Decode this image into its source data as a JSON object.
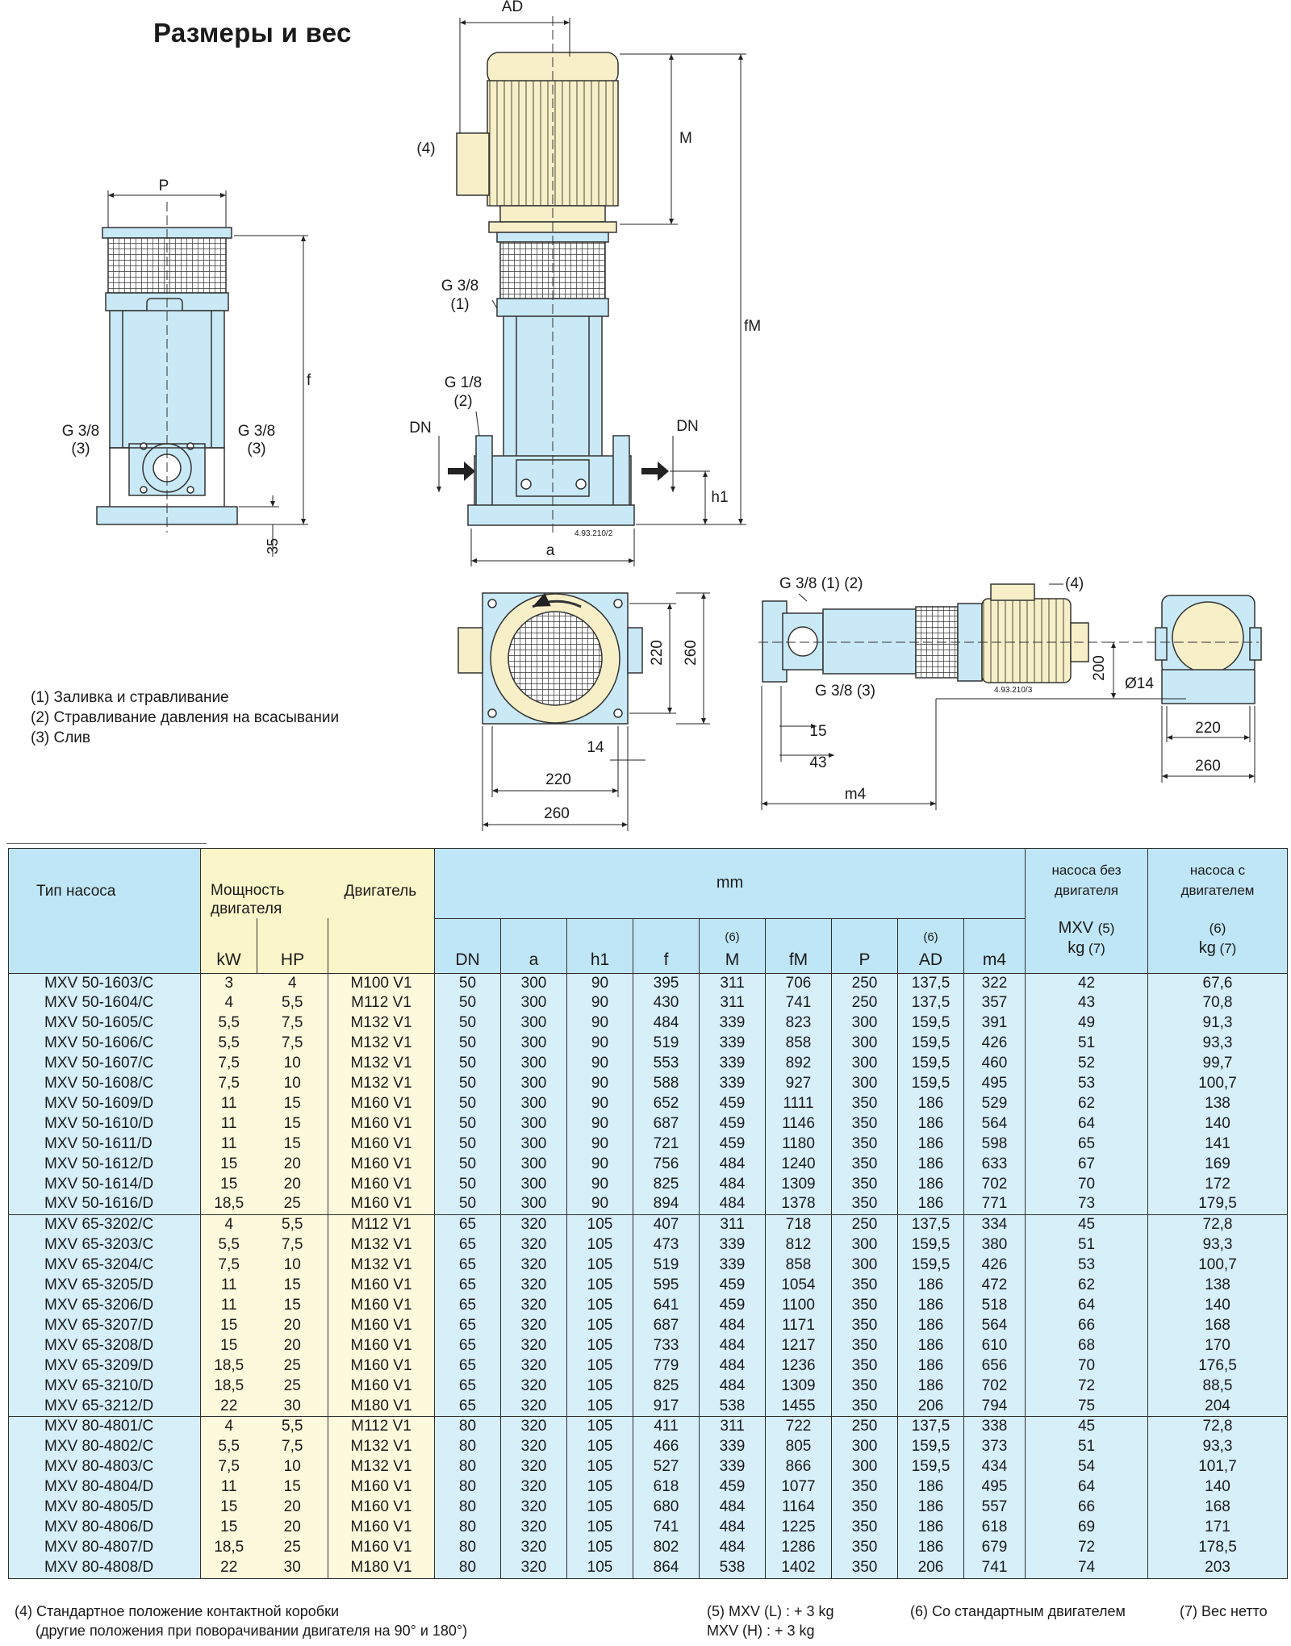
{
  "title": "Размеры и вес",
  "drawing_labels": {
    "P": "P",
    "f": "f",
    "g38_left": "G 3/8",
    "n3_left": "(3)",
    "g38_right": "G 3/8",
    "n3_right": "(3)",
    "dim35": "35",
    "AD": "AD",
    "n4_top": "(4)",
    "M": "M",
    "fM": "fM",
    "g38_mid": "G 3/8",
    "n1_mid": "(1)",
    "g18": "G 1/8",
    "n2": "(2)",
    "DN_left": "DN",
    "DN_right": "DN",
    "h1": "h1",
    "a": "a",
    "code1": "4.93.210/2",
    "d220_v": "220",
    "d260_v": "260",
    "d14": "14",
    "d220_h": "220",
    "d260_h": "260",
    "g38_12": "G 3/8 (1) (2)",
    "n4_side": "(4)",
    "g38_3": "G 3/8 (3)",
    "code2": "4.93.210/3",
    "d200": "200",
    "phi14": "Ø14",
    "d15": "15",
    "d43": "43",
    "m4": "m4",
    "d220_r": "220",
    "d260_r": "260"
  },
  "legend": [
    "(1) Заливка и стравливание",
    "(2) Стравливание давления на всасывании",
    "(3) Слив"
  ],
  "table": {
    "h_type": "Тип насоса",
    "h_power": "Мощность двигателя",
    "h_engine": "Двигатель",
    "h_mm": "mm",
    "h_without": "насоса без двигателя",
    "h_with": "насоса с двигателем",
    "h_kw": "kW",
    "h_hp": "HP",
    "h_dn": "DN",
    "h_a": "a",
    "h_h1": "h1",
    "h_f": "f",
    "h_m_note": "(6)",
    "h_m": "M",
    "h_fm": "fM",
    "h_p": "P",
    "h_ad_note": "(6)",
    "h_ad": "AD",
    "h_m4": "m4",
    "h_mxv": "MXV",
    "h_mxv_note": "(5)",
    "h_kg1": "kg",
    "h_kg1_note": "(7)",
    "h_with_note": "(6)",
    "h_kg2": "kg",
    "h_kg2_note": "(7)",
    "groups": [
      [
        [
          "MXV 50-1603/C",
          "3",
          "4",
          "M100 V1",
          "50",
          "300",
          "90",
          "395",
          "311",
          "706",
          "250",
          "137,5",
          "322",
          "42",
          "67,6"
        ],
        [
          "MXV 50-1604/C",
          "4",
          "5,5",
          "M112 V1",
          "50",
          "300",
          "90",
          "430",
          "311",
          "741",
          "250",
          "137,5",
          "357",
          "43",
          "70,8"
        ],
        [
          "MXV 50-1605/C",
          "5,5",
          "7,5",
          "M132 V1",
          "50",
          "300",
          "90",
          "484",
          "339",
          "823",
          "300",
          "159,5",
          "391",
          "49",
          "91,3"
        ],
        [
          "MXV 50-1606/C",
          "5,5",
          "7,5",
          "M132 V1",
          "50",
          "300",
          "90",
          "519",
          "339",
          "858",
          "300",
          "159,5",
          "426",
          "51",
          "93,3"
        ],
        [
          "MXV 50-1607/C",
          "7,5",
          "10",
          "M132 V1",
          "50",
          "300",
          "90",
          "553",
          "339",
          "892",
          "300",
          "159,5",
          "460",
          "52",
          "99,7"
        ],
        [
          "MXV 50-1608/C",
          "7,5",
          "10",
          "M132 V1",
          "50",
          "300",
          "90",
          "588",
          "339",
          "927",
          "300",
          "159,5",
          "495",
          "53",
          "100,7"
        ],
        [
          "MXV 50-1609/D",
          "11",
          "15",
          "M160 V1",
          "50",
          "300",
          "90",
          "652",
          "459",
          "1111",
          "350",
          "186",
          "529",
          "62",
          "138"
        ],
        [
          "MXV 50-1610/D",
          "11",
          "15",
          "M160 V1",
          "50",
          "300",
          "90",
          "687",
          "459",
          "1146",
          "350",
          "186",
          "564",
          "64",
          "140"
        ],
        [
          "MXV 50-1611/D",
          "11",
          "15",
          "M160 V1",
          "50",
          "300",
          "90",
          "721",
          "459",
          "1180",
          "350",
          "186",
          "598",
          "65",
          "141"
        ],
        [
          "MXV 50-1612/D",
          "15",
          "20",
          "M160 V1",
          "50",
          "300",
          "90",
          "756",
          "484",
          "1240",
          "350",
          "186",
          "633",
          "67",
          "169"
        ],
        [
          "MXV 50-1614/D",
          "15",
          "20",
          "M160 V1",
          "50",
          "300",
          "90",
          "825",
          "484",
          "1309",
          "350",
          "186",
          "702",
          "70",
          "172"
        ],
        [
          "MXV 50-1616/D",
          "18,5",
          "25",
          "M160 V1",
          "50",
          "300",
          "90",
          "894",
          "484",
          "1378",
          "350",
          "186",
          "771",
          "73",
          "179,5"
        ]
      ],
      [
        [
          "MXV 65-3202/C",
          "4",
          "5,5",
          "M112 V1",
          "65",
          "320",
          "105",
          "407",
          "311",
          "718",
          "250",
          "137,5",
          "334",
          "45",
          "72,8"
        ],
        [
          "MXV 65-3203/C",
          "5,5",
          "7,5",
          "M132 V1",
          "65",
          "320",
          "105",
          "473",
          "339",
          "812",
          "300",
          "159,5",
          "380",
          "51",
          "93,3"
        ],
        [
          "MXV 65-3204/C",
          "7,5",
          "10",
          "M132 V1",
          "65",
          "320",
          "105",
          "519",
          "339",
          "858",
          "300",
          "159,5",
          "426",
          "53",
          "100,7"
        ],
        [
          "MXV 65-3205/D",
          "11",
          "15",
          "M160 V1",
          "65",
          "320",
          "105",
          "595",
          "459",
          "1054",
          "350",
          "186",
          "472",
          "62",
          "138"
        ],
        [
          "MXV 65-3206/D",
          "11",
          "15",
          "M160 V1",
          "65",
          "320",
          "105",
          "641",
          "459",
          "1100",
          "350",
          "186",
          "518",
          "64",
          "140"
        ],
        [
          "MXV 65-3207/D",
          "15",
          "20",
          "M160 V1",
          "65",
          "320",
          "105",
          "687",
          "484",
          "1171",
          "350",
          "186",
          "564",
          "66",
          "168"
        ],
        [
          "MXV 65-3208/D",
          "15",
          "20",
          "M160 V1",
          "65",
          "320",
          "105",
          "733",
          "484",
          "1217",
          "350",
          "186",
          "610",
          "68",
          "170"
        ],
        [
          "MXV 65-3209/D",
          "18,5",
          "25",
          "M160 V1",
          "65",
          "320",
          "105",
          "779",
          "484",
          "1236",
          "350",
          "186",
          "656",
          "70",
          "176,5"
        ],
        [
          "MXV 65-3210/D",
          "18,5",
          "25",
          "M160 V1",
          "65",
          "320",
          "105",
          "825",
          "484",
          "1309",
          "350",
          "186",
          "702",
          "72",
          "88,5"
        ],
        [
          "MXV 65-3212/D",
          "22",
          "30",
          "M180 V1",
          "65",
          "320",
          "105",
          "917",
          "538",
          "1455",
          "350",
          "206",
          "794",
          "75",
          "204"
        ]
      ],
      [
        [
          "MXV 80-4801/C",
          "4",
          "5,5",
          "M112 V1",
          "80",
          "320",
          "105",
          "411",
          "311",
          "722",
          "250",
          "137,5",
          "338",
          "45",
          "72,8"
        ],
        [
          "MXV 80-4802/C",
          "5,5",
          "7,5",
          "M132 V1",
          "80",
          "320",
          "105",
          "466",
          "339",
          "805",
          "300",
          "159,5",
          "373",
          "51",
          "93,3"
        ],
        [
          "MXV 80-4803/C",
          "7,5",
          "10",
          "M132 V1",
          "80",
          "320",
          "105",
          "527",
          "339",
          "866",
          "300",
          "159,5",
          "434",
          "54",
          "101,7"
        ],
        [
          "MXV 80-4804/D",
          "11",
          "15",
          "M160 V1",
          "80",
          "320",
          "105",
          "618",
          "459",
          "1077",
          "350",
          "186",
          "495",
          "64",
          "140"
        ],
        [
          "MXV 80-4805/D",
          "15",
          "20",
          "M160 V1",
          "80",
          "320",
          "105",
          "680",
          "484",
          "1164",
          "350",
          "186",
          "557",
          "66",
          "168"
        ],
        [
          "MXV 80-4806/D",
          "15",
          "20",
          "M160 V1",
          "80",
          "320",
          "105",
          "741",
          "484",
          "1225",
          "350",
          "186",
          "618",
          "69",
          "171"
        ],
        [
          "MXV 80-4807/D",
          "18,5",
          "25",
          "M160 V1",
          "80",
          "320",
          "105",
          "802",
          "484",
          "1286",
          "350",
          "186",
          "679",
          "72",
          "178,5"
        ],
        [
          "MXV 80-4808/D",
          "22",
          "30",
          "M180 V1",
          "80",
          "320",
          "105",
          "864",
          "538",
          "1402",
          "350",
          "206",
          "741",
          "74",
          "203"
        ]
      ]
    ]
  },
  "footnotes": {
    "n4_line1": "(4) Стандартное положение контактной коробки",
    "n4_line2": "(другие положения при поворачивании двигателя на 90° и 180°)",
    "n5_line1": "(5) MXV (L) : + 3 kg",
    "n5_line2": "MXV (H) : + 3 kg",
    "n6": "(6) Со стандартным двигателем",
    "n7": "(7) Вес нетто"
  }
}
